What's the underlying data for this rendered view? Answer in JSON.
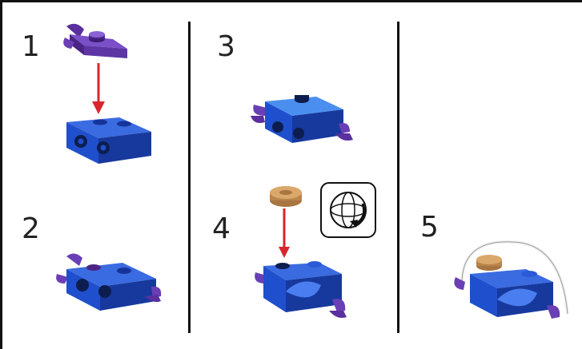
{
  "steps": [
    {
      "number": "1"
    },
    {
      "number": "2"
    },
    {
      "number": "3"
    },
    {
      "number": "4"
    },
    {
      "number": "5"
    }
  ],
  "colors": {
    "blue": "#1f4fcc",
    "blue_dark": "#15349a",
    "purple": "#6a3fb5",
    "arrow_red": "#d8262c",
    "tan": "#c8965a"
  },
  "icons": [
    "rotate-assembly-icon"
  ]
}
